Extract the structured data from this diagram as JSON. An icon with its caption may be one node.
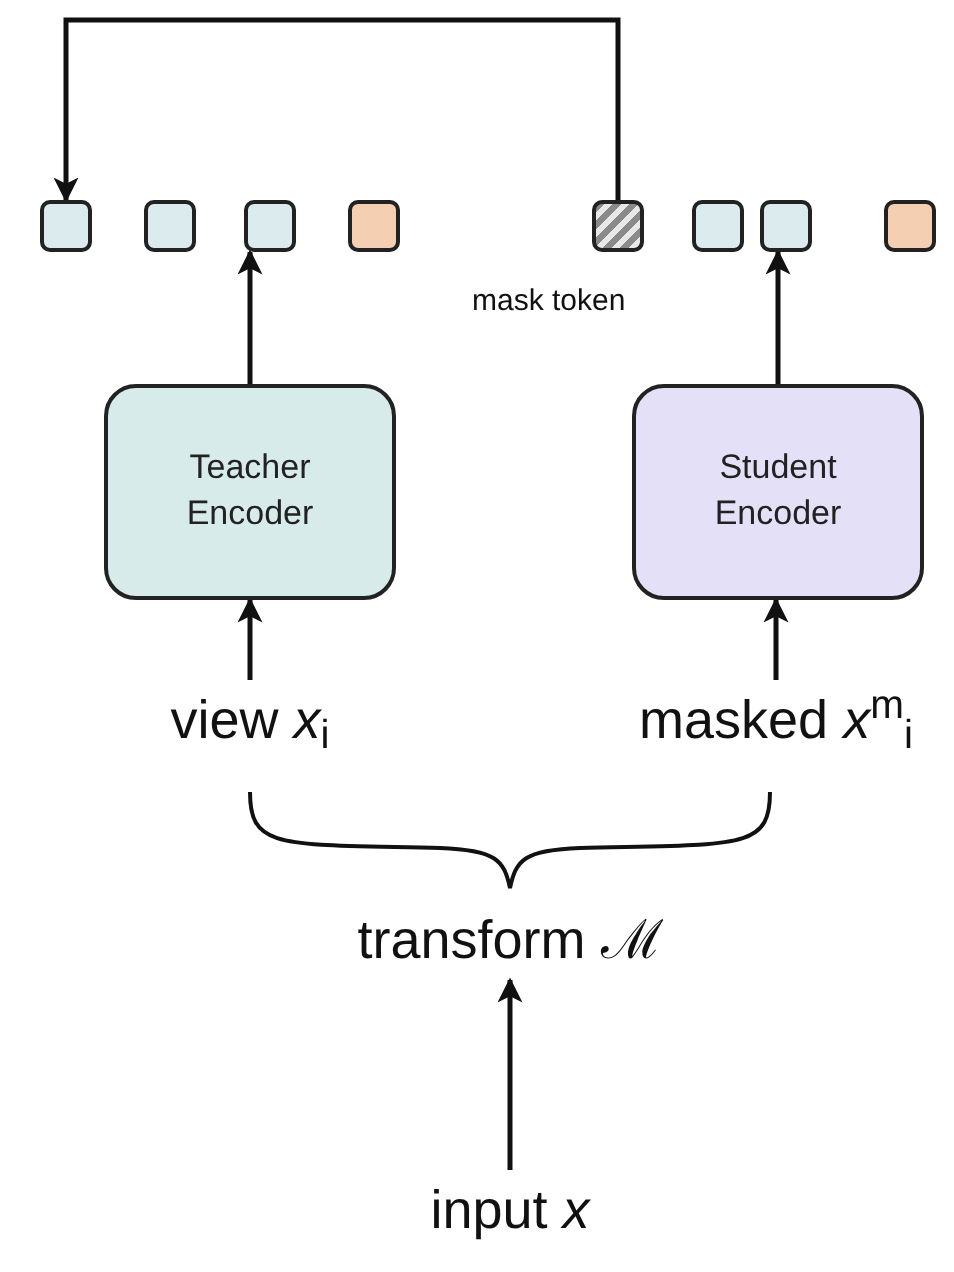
{
  "diagram": {
    "nodes": [
      {
        "text": [],
        "shape": "box"
      },
      {
        "text": [],
        "shape": "box"
      },
      {
        "text": [],
        "shape": "box"
      },
      {
        "text": [],
        "shape": "box"
      },
      {
        "text": [],
        "shape": "box"
      },
      {
        "text": [],
        "shape": "box"
      },
      {
        "text": [],
        "shape": "box"
      },
      {
        "text": [],
        "shape": "box"
      },
      {
        "text": [
          "Teacher Encoder"
        ]
      },
      {
        "text": [
          "Student Encoder"
        ]
      },
      {
        "text": [
          "view *x*$_{i}$"
        ]
      },
      {
        "text": [
          "masked *x*$^{m}$$_{i}$"
        ]
      },
      {
        "text": [
          "transform ℳ"
        ]
      },
      {
        "text": [
          "input *x*"
        ]
      }
    ],
    "edges": [
      {
        "from": 4,
        "to": 0,
        "arrow": "to"
      },
      {
        "from": 8,
        "to": 2,
        "arrow": "to"
      },
      {
        "from": 9,
        "to": 6,
        "arrow": "to"
      },
      {
        "from": 10,
        "to": 8,
        "arrow": "to"
      },
      {
        "from": 11,
        "to": 9,
        "arrow": "to"
      },
      {
        "from": 13,
        "to": 12,
        "arrow": "to"
      }
    ],
    "labels": [
      "mask token"
    ]
  }
}
